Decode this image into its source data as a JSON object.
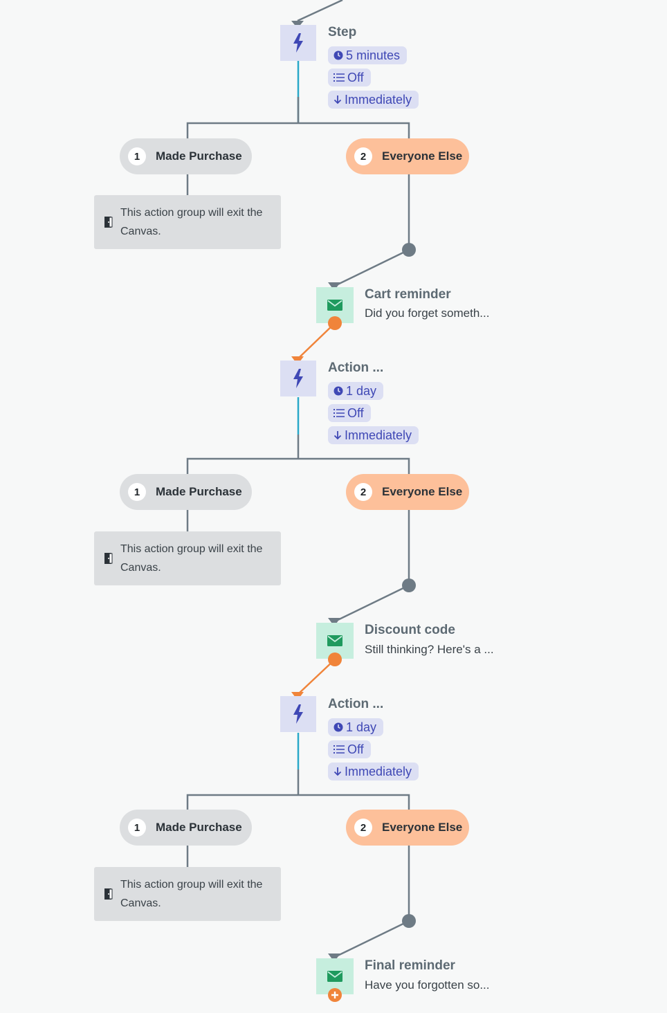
{
  "colors": {
    "line_gray": "#6e7b85",
    "line_teal": "#2aa9c9",
    "line_orange": "#f0843a",
    "chip_bg": "#dcdff3",
    "chip_text": "#3f48b5",
    "pill_gray": "#dcdee0",
    "pill_orange": "#fdc09a",
    "message_bg": "#c6eede",
    "message_icon": "#1f9a5e"
  },
  "action_steps": [
    {
      "title": "Step",
      "icon": "lightning-icon",
      "delay": "5 minutes",
      "ranking": "Off",
      "advancement": "Immediately"
    },
    {
      "title": "Action ...",
      "icon": "lightning-icon",
      "delay": "1 day",
      "ranking": "Off",
      "advancement": "Immediately"
    },
    {
      "title": "Action ...",
      "icon": "lightning-icon",
      "delay": "1 day",
      "ranking": "Off",
      "advancement": "Immediately"
    }
  ],
  "paths": [
    {
      "group_1": {
        "number": "1",
        "label": "Made Purchase"
      },
      "group_2": {
        "number": "2",
        "label": "Everyone Else"
      },
      "exit_text": "This action group will exit the Canvas."
    },
    {
      "group_1": {
        "number": "1",
        "label": "Made Purchase"
      },
      "group_2": {
        "number": "2",
        "label": "Everyone Else"
      },
      "exit_text": "This action group will exit the Canvas."
    },
    {
      "group_1": {
        "number": "1",
        "label": "Made Purchase"
      },
      "group_2": {
        "number": "2",
        "label": "Everyone Else"
      },
      "exit_text": "This action group will exit the Canvas."
    }
  ],
  "messages": [
    {
      "title": "Cart reminder",
      "subtitle": "Did you forget someth...",
      "icon": "email-icon"
    },
    {
      "title": "Discount code",
      "subtitle": "Still thinking? Here's a ...",
      "icon": "email-icon"
    },
    {
      "title": "Final reminder",
      "subtitle": "Have you forgotten so...",
      "icon": "email-icon"
    }
  ]
}
